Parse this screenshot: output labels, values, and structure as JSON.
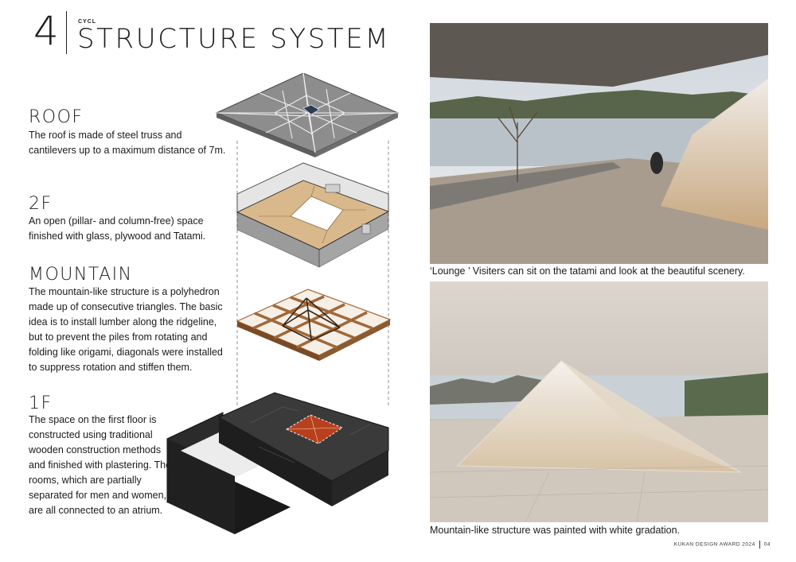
{
  "section": {
    "number": "4",
    "kicker": "CYCL",
    "title": "STRUCTURE SYSTEM"
  },
  "blocks": [
    {
      "heading": "ROOF",
      "body": "The roof is made of steel truss and cantilevers up to a maximum distance of 7m."
    },
    {
      "heading": "2F",
      "body": "An open (pillar- and column-free) space finished with glass, plywood and Tatami."
    },
    {
      "heading": "MOUNTAIN",
      "body": "The mountain-like structure is a polyhedron made up of consecutive triangles. The basic idea is to install lumber along the ridgeline, but to prevent the piles from rotating and folding like origami, diagonals were installed to suppress rotation and stiffen them."
    },
    {
      "heading": "1F",
      "body": "The space on the first floor is constructed using traditional wooden construction methods and finished with plastering. The rooms, which are partially separated for men and women, are all connected to an atrium."
    }
  ],
  "photos": [
    {
      "caption": "‘Lounge ’ Visiters can sit on the tatami and look at the beautiful scenery."
    },
    {
      "caption": "Mountain-like structure was painted with white gradation."
    }
  ],
  "footer": {
    "award": "KUKAN DESIGN AWARD 2024",
    "page": "04"
  },
  "colors": {
    "roof": "#8d8d8d",
    "wood": "#d9b98c",
    "lumber": "#a0683a",
    "floor1": "#2e2e2e",
    "atrium": "#b8401e"
  }
}
